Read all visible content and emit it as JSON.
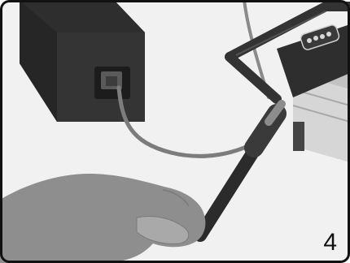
{
  "illustration": {
    "step_number": "4",
    "icons": [
      "power-supply-box",
      "power-cable",
      "device-handle",
      "led-indicator-panel",
      "probe-wand",
      "hand"
    ],
    "colors": {
      "background": "#f1f1f1",
      "border": "#111111",
      "box_dark": "#3a3a3a",
      "box_darker": "#2a2a2a",
      "cable": "#7c7c7c",
      "hand": "#8e8e8e",
      "device_light": "#d6d6d6",
      "handle": "#333333"
    }
  }
}
